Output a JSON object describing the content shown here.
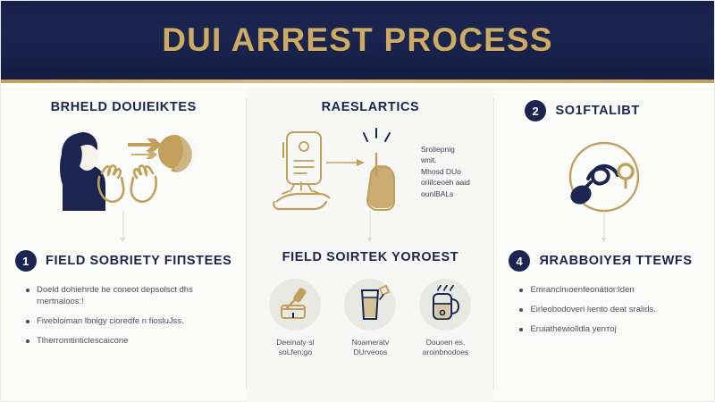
{
  "header": {
    "title": "DUI ARREST PROCESS",
    "bg_color": "#1b2550",
    "title_color": "#cdab63",
    "rule_color": "#c2a05b"
  },
  "columns": {
    "left": {
      "top_heading": "BRHELD DOUIEIKTES",
      "illustration_name": "two-people-talking-illustration",
      "section": {
        "badge": "1",
        "heading": "FIELD SOBRIETY FIПSTEES",
        "bullets": [
          "Doeld dohiehrde he coneot depsolsct dhs rnertnaloos:!",
          "Fivebloiman lbnigy cioredfe n fiosluJss.",
          "Tlherromtinticlescaicone"
        ]
      }
    },
    "middle": {
      "top_heading": "RAESLARTICS",
      "illustration_name": "device-hand-pointing-illustration",
      "illustration_caption": [
        "Sroliepnig",
        "wnit.",
        "Mhosd DUo",
        "oriilceoeh aaid",
        "ounlBALs"
      ],
      "section": {
        "heading": "FIELD SOIRTEK YOROEST",
        "icons": [
          {
            "icon": "gavel-stamp-icon",
            "caption_line1": "Deeinaly·sl",
            "caption_line2": "soLfen:go"
          },
          {
            "icon": "drinking-glass-icon",
            "caption_line1": "Noameratv",
            "caption_line2": "DUrveoos"
          },
          {
            "icon": "coffee-pot-icon",
            "caption_line1": "Douoen es,",
            "caption_line2": "aroinbnodoes"
          }
        ]
      }
    },
    "right": {
      "badge": "2",
      "top_heading": "SO1FTALIBT",
      "illustration_name": "handcuff-circle-icon",
      "section": {
        "badge": "4",
        "heading": "ЯRABBOIYEЯ TTEWFS",
        "bullets": [
          "Emranclnıoenfeonátior:lden",
          "Eirleobodoveri lıento deat sralids.",
          "Eruiathewiolldla yenтoј"
        ]
      }
    }
  }
}
